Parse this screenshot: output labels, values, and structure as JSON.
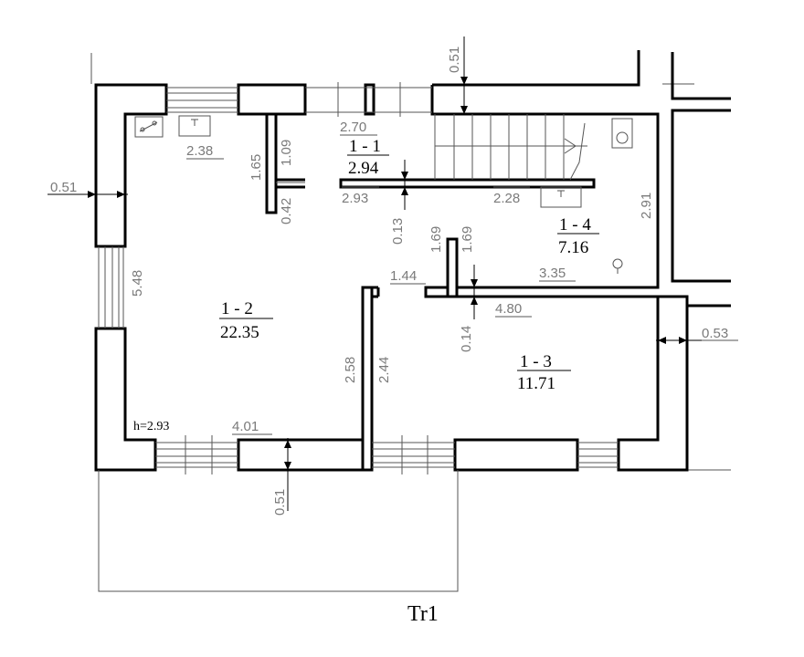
{
  "title": "Tr1",
  "ceiling_height": "h=2.93",
  "rooms": [
    {
      "id": "1 - 1",
      "area": "2.94"
    },
    {
      "id": "1 - 2",
      "area": "22.35"
    },
    {
      "id": "1 - 3",
      "area": "11.71"
    },
    {
      "id": "1 - 4",
      "area": "7.16"
    }
  ],
  "dimensions": {
    "top_wall": "0.51",
    "left_wall": "0.51",
    "bottom_wall": "0.51",
    "right_wall": "0.53",
    "d_2_70": "2.70",
    "d_2_38": "2.38",
    "d_1_09": "1.09",
    "d_1_65": "1.65",
    "d_0_42": "0.42",
    "d_2_93": "2.93",
    "d_2_28": "2.28",
    "d_2_91": "2.91",
    "d_0_13": "0.13",
    "d_1_69a": "1.69",
    "d_1_69b": "1.69",
    "d_3_35": "3.35",
    "d_5_48": "5.48",
    "d_1_44": "1.44",
    "d_4_80": "4.80",
    "d_0_14": "0.14",
    "d_2_58": "2.58",
    "d_2_44": "2.44",
    "d_4_01": "4.01"
  }
}
